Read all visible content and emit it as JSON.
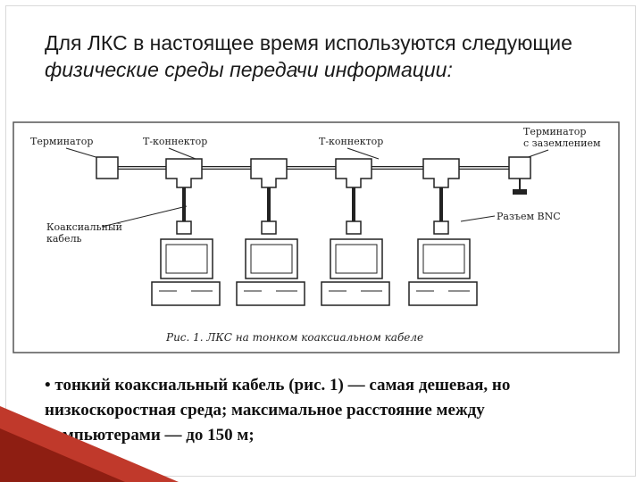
{
  "slide": {
    "title_normal": "Для ЛКС в настоящее время используются следующие ",
    "title_italic": "физические среды передачи информации:",
    "bullet_text": "• тонкий коаксиальный кабель (рис. 1) — самая дешевая, но низкоскоростная среда; максимальное расстояние между компьютерами — до 150 м;"
  },
  "figure": {
    "label_terminator": "Терминатор",
    "label_tconnector_1": "Т-коннектор",
    "label_tconnector_2": "Т-коннектор",
    "label_terminator_ground_1": "Терминатор",
    "label_terminator_ground_2": "с заземлением",
    "label_coax_1": "Коаксиальный",
    "label_coax_2": "кабель",
    "label_bnc": "Разъем BNC",
    "caption": "Рис. 1. ЛКС на тонком коаксиальном кабеле"
  },
  "colors": {
    "accent": "#c0392b",
    "accent_dark": "#8e1e12"
  }
}
